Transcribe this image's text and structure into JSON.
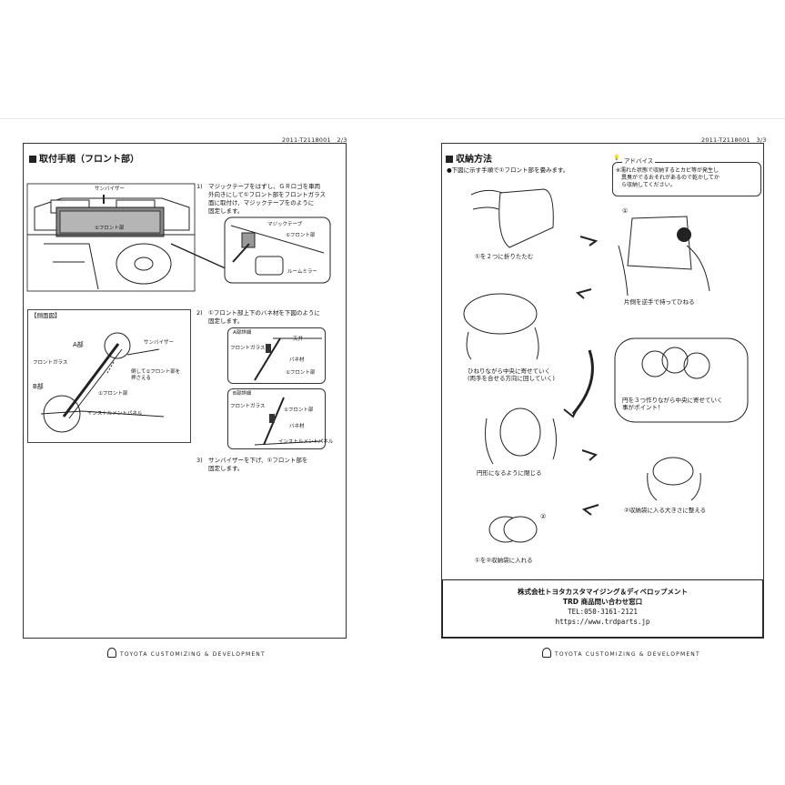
{
  "left_page": {
    "doc_no": "2011-T2118001　2/3",
    "section_title": "取付手順（フロント部）",
    "top_illustration": {
      "sunvisor_label": "サンバイザー",
      "front_label": "①フロント部",
      "magic_tape_label": "マジックテープ",
      "front_label_2": "①フロント部",
      "room_mirror_label": "ルームミラー"
    },
    "steps": [
      {
        "number": "1)",
        "text": "マジックテープをはずし、ＧＲロゴを車両\n外向きにして①フロント部をフロントガラス\n面に取付け、マジックテープをのように\n固定します。"
      },
      {
        "number": "2)",
        "text": "①フロント部上下のバネ材を下図のように\n固定します。"
      },
      {
        "number": "3)",
        "text": "サンバイザーを下げ、①フロント部を\n固定します。"
      }
    ],
    "side_view": {
      "title": "【側面図】",
      "a_part": "A部",
      "sunvisor": "サンバイザー",
      "front_glass": "フロントガラス",
      "press_note": "倒して①フロント部を\n押さえる",
      "b_part": "B部",
      "front_part": "①フロント部",
      "instrument_panel": "インストルメントパネル"
    },
    "a_detail": {
      "title": "A部詳細",
      "ceiling": "天井",
      "front_glass": "フロントガラス",
      "spring": "バネ材",
      "front_part": "①フロント部"
    },
    "b_detail": {
      "title": "B部詳細",
      "front_glass": "フロントガラス",
      "front_part": "①フロント部",
      "spring": "バネ材",
      "instrument_panel": "インストルメントパネル"
    },
    "footer": "TOYOTA CUSTOMIZING & DEVELOPMENT"
  },
  "right_page": {
    "doc_no": "2011-T2118001　3/3",
    "section_title": "収納方法",
    "intro": "●下図に示す手順で①フロント部を畳みます。",
    "advice_title": "アドバイス",
    "advice_text": "※濡れた状態で収納するとカビ等が発生し\n　異臭がでるおそれがあるので乾かしてか\n　ら収納してください。",
    "captions": {
      "fold_in_two": "①を２つに折りたたむ",
      "hold_reverse": "片側を逆手で持ってひねる",
      "twist_center": "ひねりながら中央に寄せていく\n(両手を合せる方向に回していく)",
      "three_circles": "円を３つ作りながら中央に寄せていく\n事がポイント！",
      "close_circle": "円形になるように閉じる",
      "adjust_size": "②収納袋に入る大きさに整える",
      "put_in_bag": "①を②収納袋に入れる",
      "marker_1": "①",
      "marker_2": "②"
    },
    "contact": {
      "company": "株式会社トヨタカスタマイジング＆ディベロップメント",
      "dept": "TRD 商品問い合わせ窓口",
      "tel": "TEL:050-3161-2121",
      "url": "https://www.trdparts.jp"
    },
    "footer": "TOYOTA CUSTOMIZING & DEVELOPMENT"
  }
}
